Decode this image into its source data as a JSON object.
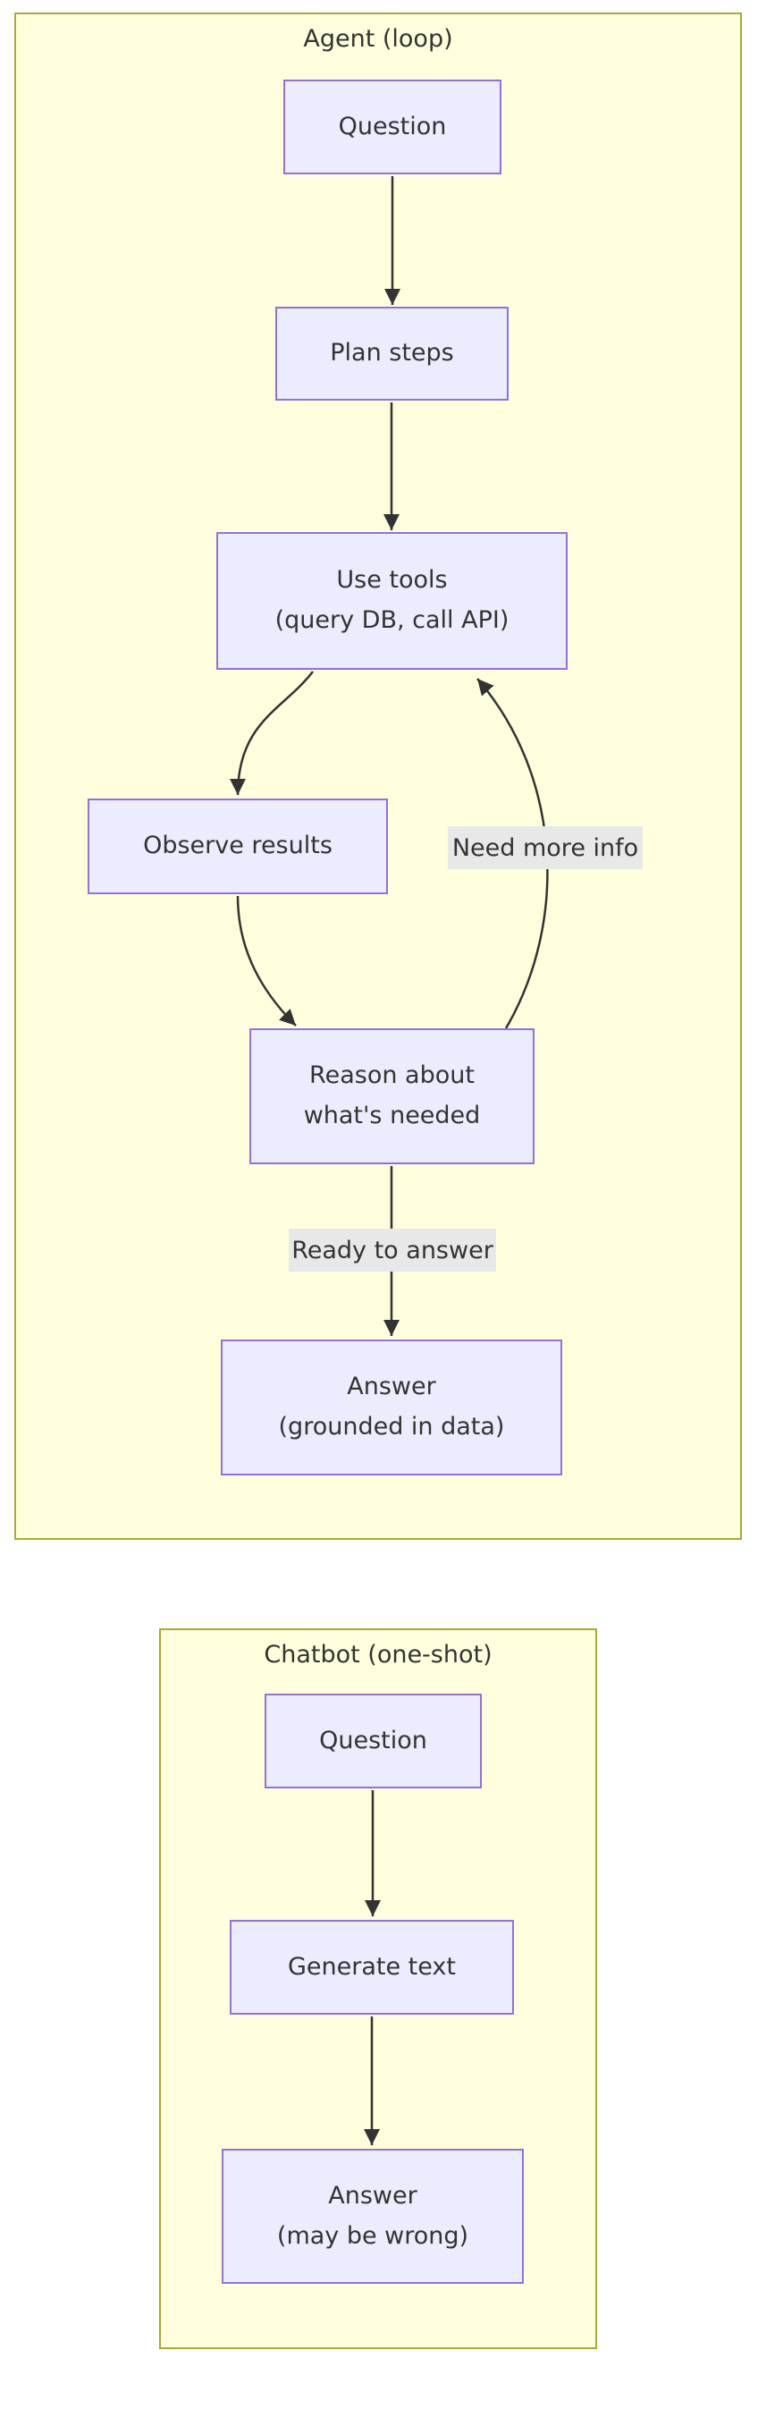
{
  "diagram": {
    "kind": "flowchart",
    "colors": {
      "node_fill": "#ECECFF",
      "node_border": "#9370DB",
      "cluster_fill": "#ffffde",
      "cluster_border": "#aaaa33",
      "edge": "#333333",
      "edge_label_bg": "#e8e8e8",
      "text": "#333333",
      "page_bg": "#ffffff"
    },
    "agent": {
      "title": "Agent (loop)",
      "nodes": {
        "question": "Question",
        "plan": "Plan steps",
        "tools": "Use tools\n(query DB, call API)",
        "observe": "Observe results",
        "reason": "Reason about\nwhat's needed",
        "answer": "Answer\n(grounded in data)"
      },
      "edge_labels": {
        "need_more_info": "Need more info",
        "ready_to_answer": "Ready to answer"
      },
      "edges": [
        "Question -> Plan steps",
        "Plan steps -> Use tools",
        "Use tools -> Observe results",
        "Observe results -> Reason about what's needed",
        "Reason about what's needed -> Use tools : Need more info",
        "Reason about what's needed -> Answer : Ready to answer"
      ]
    },
    "chatbot": {
      "title": "Chatbot (one-shot)",
      "nodes": {
        "question": "Question",
        "generate": "Generate text",
        "answer": "Answer\n(may be wrong)"
      },
      "edges": [
        "Question -> Generate text",
        "Generate text -> Answer"
      ]
    }
  }
}
